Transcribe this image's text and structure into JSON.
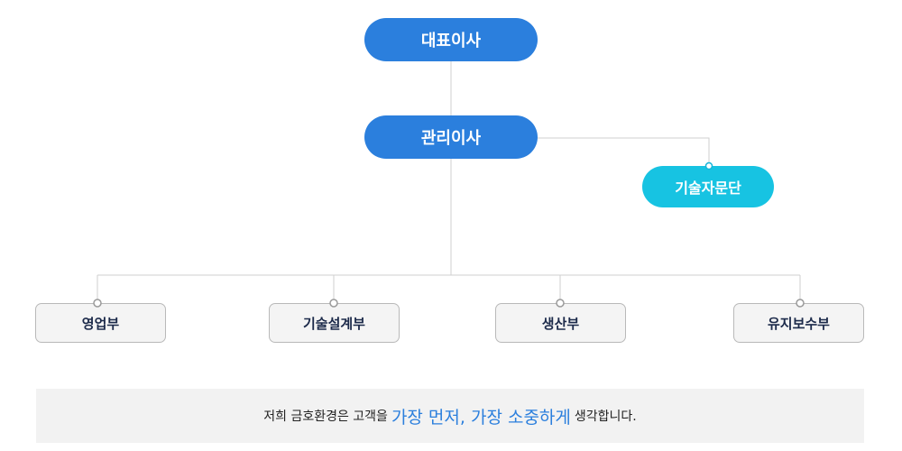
{
  "nodes": {
    "ceo": "대표이사",
    "director": "관리이사",
    "advisory": "기술자문단"
  },
  "departments": [
    "영업부",
    "기술설계부",
    "생산부",
    "유지보수부"
  ],
  "slogan": {
    "before": "저희 금호환경은 고객을",
    "highlight": "가장 먼저, 가장 소중하게",
    "after": "생각합니다."
  },
  "colors": {
    "primary": "#2b7fdd",
    "accent": "#17c3e2",
    "dept_bg": "#f4f4f4",
    "dept_text": "#1c2a4a",
    "connector": "#cfcfcf"
  }
}
